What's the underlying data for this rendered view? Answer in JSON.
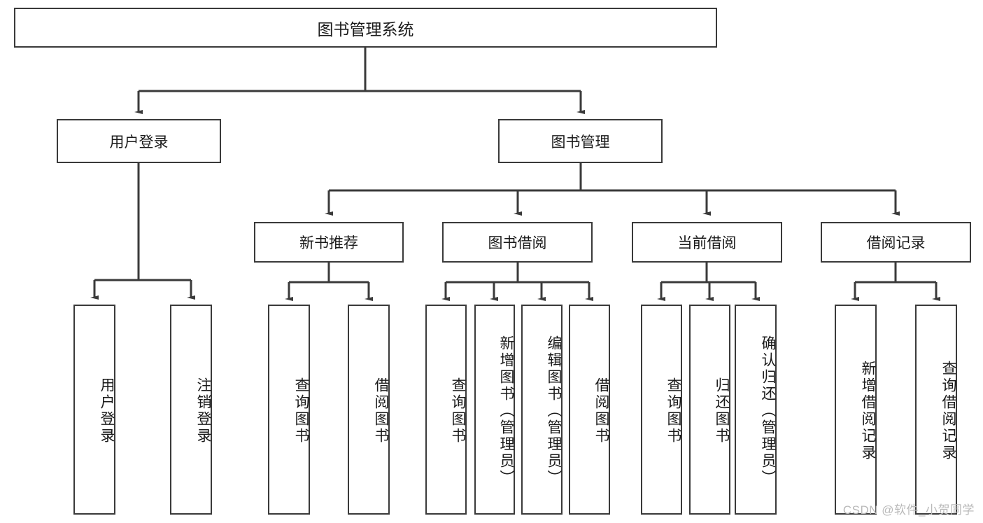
{
  "diagram": {
    "type": "tree",
    "title": "图书管理系统",
    "watermark": "CSDN @软件_小贺同学",
    "colors": {
      "box_border": "#3a3a3a",
      "box_fill": "#ffffff",
      "connector": "#3a3a3a",
      "text": "#1a1a1a",
      "watermark": "#b9b9b9"
    },
    "nodes": {
      "root": {
        "label": "图书管理系统",
        "level": 0
      },
      "user_login": {
        "label": "用户登录",
        "level": 1
      },
      "book_manage": {
        "label": "图书管理",
        "level": 1
      },
      "new_book_rec": {
        "label": "新书推荐",
        "level": 2
      },
      "book_borrow": {
        "label": "图书借阅",
        "level": 2
      },
      "current_borrow": {
        "label": "当前借阅",
        "level": 2
      },
      "borrow_record": {
        "label": "借阅记录",
        "level": 2
      },
      "leaf_user_login": {
        "label": "用户登录",
        "level": 3
      },
      "leaf_logout": {
        "label": "注销登录",
        "level": 3
      },
      "leaf_query_book_1": {
        "label": "查询图书",
        "level": 3
      },
      "leaf_borrow_book_1": {
        "label": "借阅图书",
        "level": 3
      },
      "leaf_query_book_2": {
        "label": "查询图书",
        "level": 3
      },
      "leaf_add_book": {
        "label": "新增图书（管理员）",
        "level": 3
      },
      "leaf_edit_book": {
        "label": "编辑图书（管理员）",
        "level": 3
      },
      "leaf_borrow_book_2": {
        "label": "借阅图书",
        "level": 3
      },
      "leaf_query_book_3": {
        "label": "查询图书",
        "level": 3
      },
      "leaf_return_book": {
        "label": "归还图书",
        "level": 3
      },
      "leaf_confirm_return": {
        "label": "确认归还（管理员）",
        "level": 3
      },
      "leaf_add_record": {
        "label": "新增借阅记录",
        "level": 3
      },
      "leaf_query_record": {
        "label": "查询借阅记录",
        "level": 3
      }
    },
    "edges": [
      {
        "from": "root",
        "to": "user_login"
      },
      {
        "from": "root",
        "to": "book_manage"
      },
      {
        "from": "user_login",
        "to": "leaf_user_login"
      },
      {
        "from": "user_login",
        "to": "leaf_logout"
      },
      {
        "from": "book_manage",
        "to": "new_book_rec"
      },
      {
        "from": "book_manage",
        "to": "book_borrow"
      },
      {
        "from": "book_manage",
        "to": "current_borrow"
      },
      {
        "from": "book_manage",
        "to": "borrow_record"
      },
      {
        "from": "new_book_rec",
        "to": "leaf_query_book_1"
      },
      {
        "from": "new_book_rec",
        "to": "leaf_borrow_book_1"
      },
      {
        "from": "book_borrow",
        "to": "leaf_query_book_2"
      },
      {
        "from": "book_borrow",
        "to": "leaf_add_book"
      },
      {
        "from": "book_borrow",
        "to": "leaf_edit_book"
      },
      {
        "from": "book_borrow",
        "to": "leaf_borrow_book_2"
      },
      {
        "from": "current_borrow",
        "to": "leaf_query_book_3"
      },
      {
        "from": "current_borrow",
        "to": "leaf_return_book"
      },
      {
        "from": "current_borrow",
        "to": "leaf_confirm_return"
      },
      {
        "from": "borrow_record",
        "to": "leaf_add_record"
      },
      {
        "from": "borrow_record",
        "to": "leaf_query_record"
      }
    ]
  }
}
